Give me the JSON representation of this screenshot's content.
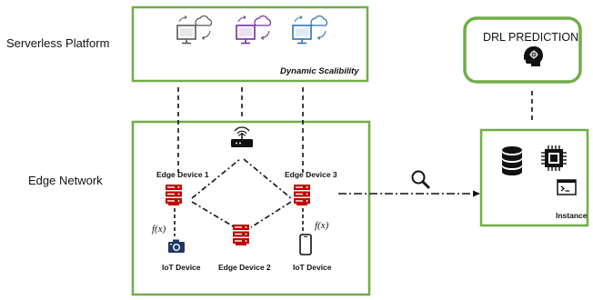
{
  "labels": {
    "serverless_platform": "Serverless Platform",
    "edge_network": "Edge Network",
    "dynamic_scalability": "Dynamic Scalibility",
    "drl_prediction": "DRL PREDICTION",
    "instance": "Instance",
    "edge_device_1": "Edge Device 1",
    "edge_device_2": "Edge Device 2",
    "edge_device_3": "Edge Device 3",
    "iot_device_left": "IoT Device",
    "iot_device_right": "IoT Device",
    "fx_left": "f(x)",
    "fx_right": "f(x)"
  },
  "colors": {
    "box_border": "#70ad47",
    "server_red": "#c00000",
    "monitor_gray": "#595959",
    "monitor_purple": "#7030a0",
    "monitor_blue": "#2e75b6",
    "camera_blue": "#1f3864"
  },
  "icons": {
    "cloud_monitors": [
      "monitor-cloud-icon",
      "monitor-cloud-icon",
      "monitor-cloud-icon"
    ],
    "router": "router-icon",
    "servers": [
      "server-icon",
      "server-icon",
      "server-icon"
    ],
    "iot": [
      "camera-icon",
      "smartphone-icon"
    ],
    "search": "search-icon",
    "brain": "brain-head-icon",
    "database": "database-icon",
    "cpu": "cpu-icon",
    "terminal": "terminal-icon"
  }
}
